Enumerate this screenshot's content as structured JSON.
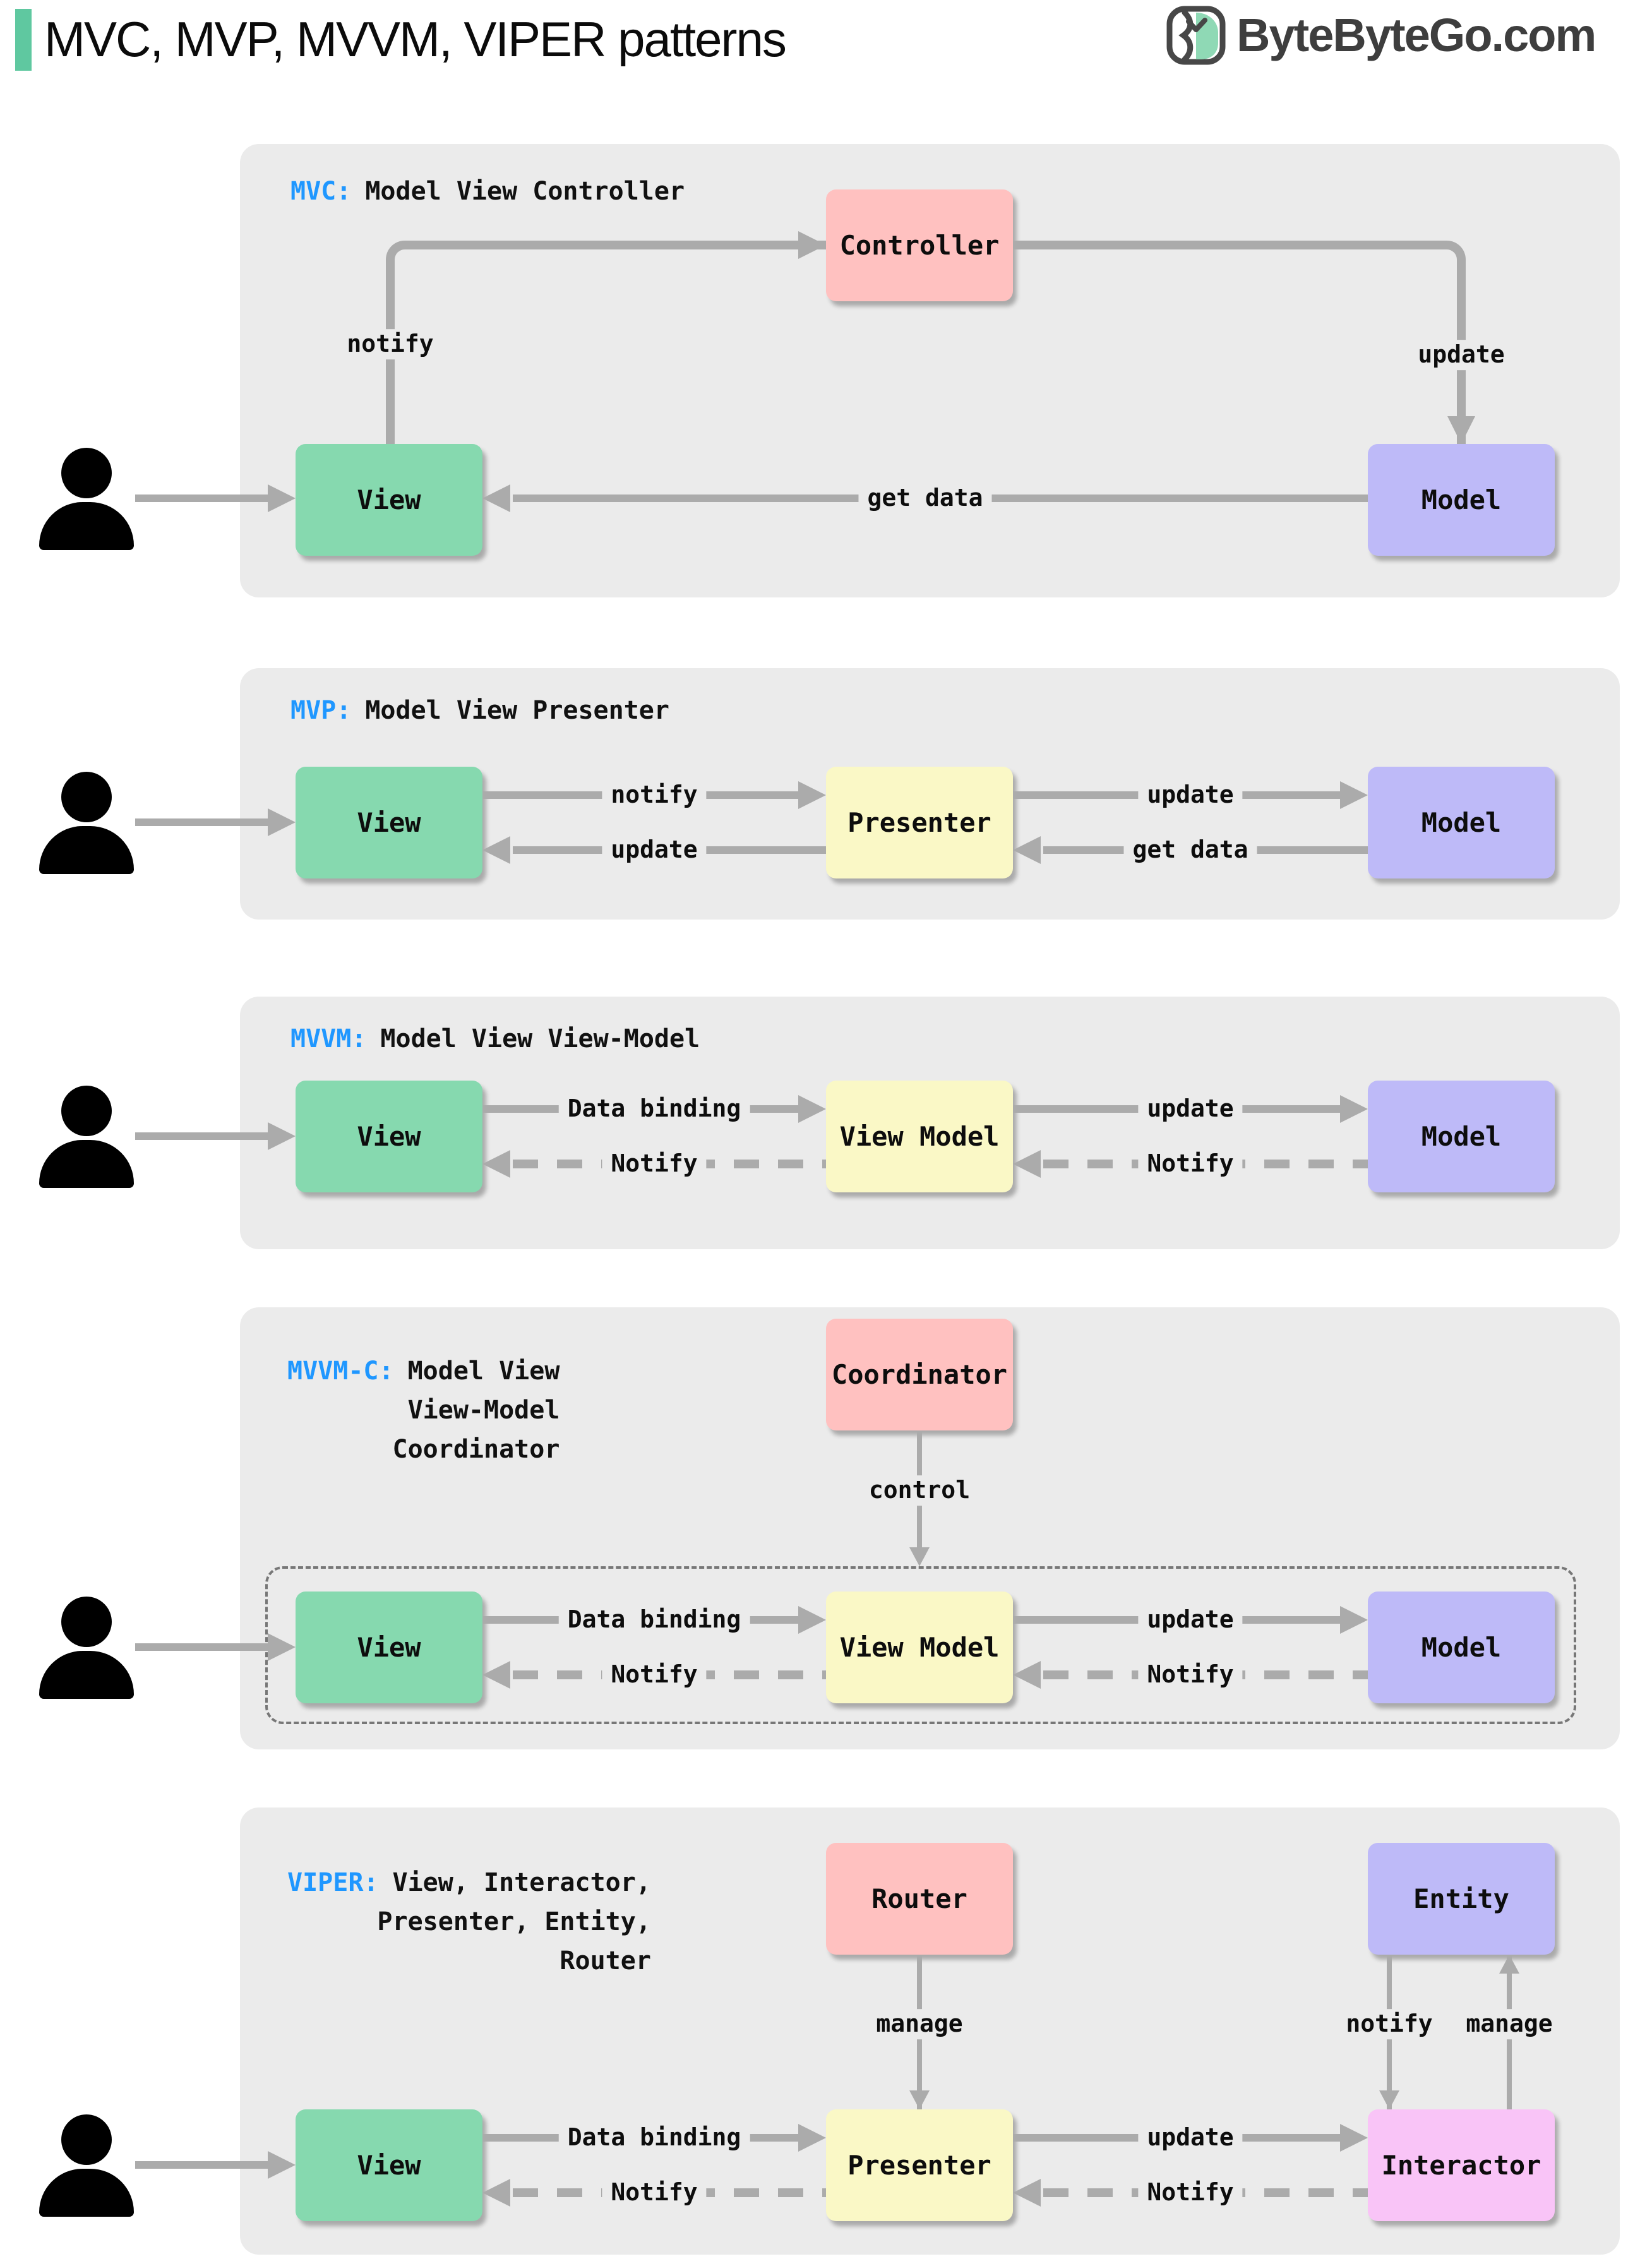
{
  "header": {
    "title": "MVC, MVP, MVVM, VIPER patterns",
    "logo_text": "ByteByteGo.com"
  },
  "colors": {
    "panel_bg": "#ebebeb",
    "arrow_gray": "#ababab",
    "keyword_blue": "#1f97ff",
    "box_green": "#86d9af",
    "box_yellow": "#faf8c6",
    "box_purple": "#bebaf8",
    "box_pink": "#ffc1c0",
    "box_magenta": "#f9c4f7",
    "title_bar_green": "#5fc8a0",
    "logo_gray": "#3e3e3e",
    "dash_border_gray": "#777777",
    "person_black": "#000000"
  },
  "icons": {
    "logo": "bytebytego-logo-icon",
    "user": "user-icon",
    "arrowheads": "triangle"
  },
  "panels": {
    "mvc": {
      "keyword": "MVC:",
      "title": "Model View Controller",
      "boxes": {
        "view": "View",
        "controller": "Controller",
        "model": "Model"
      },
      "edges": {
        "notify": "notify",
        "update": "update",
        "get_data": "get data"
      }
    },
    "mvp": {
      "keyword": "MVP:",
      "title": "Model View Presenter",
      "boxes": {
        "view": "View",
        "presenter": "Presenter",
        "model": "Model"
      },
      "edges": {
        "notify": "notify",
        "update_to_view": "update",
        "update_to_model": "update",
        "get_data": "get data"
      }
    },
    "mvvm": {
      "keyword": "MVVM:",
      "title": "Model View View-Model",
      "boxes": {
        "view": "View",
        "view_model": "View Model",
        "model": "Model"
      },
      "edges": {
        "data_binding": "Data binding",
        "notify_to_view": "Notify",
        "update": "update",
        "notify_to_view_model": "Notify"
      }
    },
    "mvvm_c": {
      "keyword": "MVVM-C:",
      "title": "Model View\nView-Model\nCoordinator",
      "boxes": {
        "coordinator": "Coordinator",
        "view": "View",
        "view_model": "View Model",
        "model": "Model"
      },
      "edges": {
        "control": "control",
        "data_binding": "Data binding",
        "notify_to_view": "Notify",
        "update": "update",
        "notify_to_view_model": "Notify"
      }
    },
    "viper": {
      "keyword": "VIPER:",
      "title": "View, Interactor,\nPresenter, Entity,\nRouter",
      "boxes": {
        "router": "Router",
        "entity": "Entity",
        "view": "View",
        "presenter": "Presenter",
        "interactor": "Interactor"
      },
      "edges": {
        "manage_router": "manage",
        "notify_entity": "notify",
        "manage_entity": "manage",
        "data_binding": "Data binding",
        "notify_to_view": "Notify",
        "update": "update",
        "notify_to_presenter": "Notify"
      }
    }
  }
}
